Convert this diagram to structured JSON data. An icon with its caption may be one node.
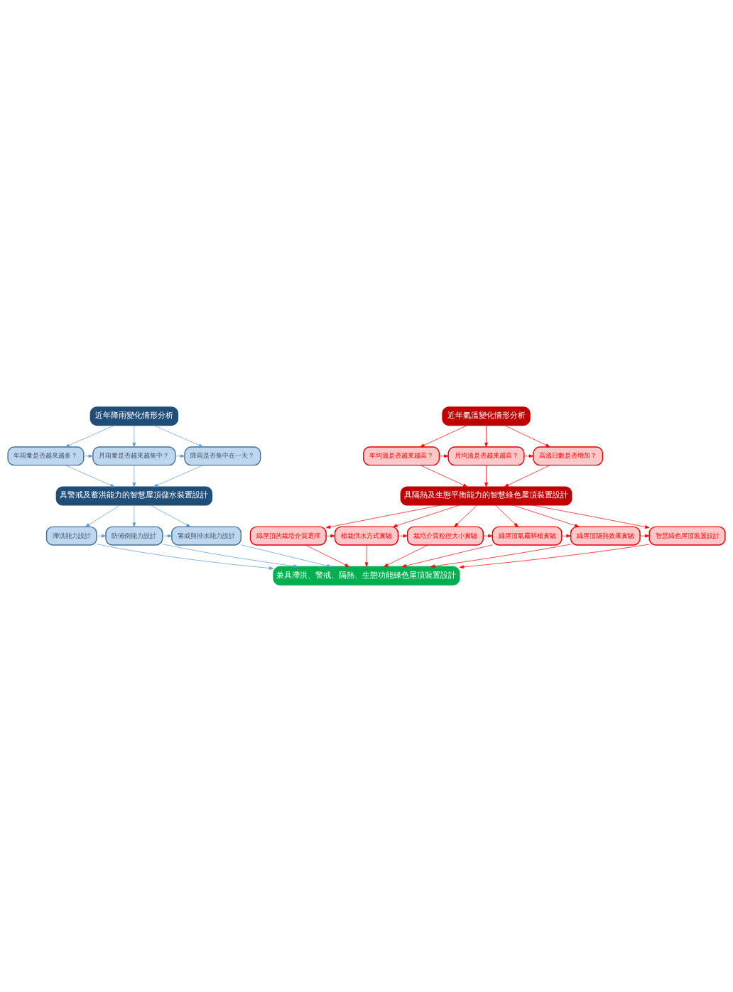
{
  "diagram": {
    "nodes": [
      {
        "text": [
          "近年降雨變化情形分析"
        ]
      },
      {
        "text": [
          "近年氣溫變化情形分析"
        ]
      },
      {
        "text": [
          "年雨量是否越來越多？"
        ]
      },
      {
        "text": [
          "月雨量是否越來越集中？"
        ]
      },
      {
        "text": [
          "降雨是否集中在一天？"
        ]
      },
      {
        "text": [
          "年均溫是否越來越高？"
        ]
      },
      {
        "text": [
          "月均溫是否越來越高？"
        ]
      },
      {
        "text": [
          "高溫日數是否增加？"
        ]
      },
      {
        "text": [
          "具警戒及蓄洪能力的智慧屋頂儲水裝置設計"
        ]
      },
      {
        "text": [
          "具隔熱及生態平衡能力的智慧綠色屋頂裝置設計"
        ]
      },
      {
        "text": [
          "滯洪能力設計"
        ]
      },
      {
        "text": [
          "防傾倒能力設計"
        ]
      },
      {
        "text": [
          "警戒與排水能力設計"
        ]
      },
      {
        "text": [
          "綠屋頂的栽培介質選擇"
        ]
      },
      {
        "text": [
          "植栽供水方式實驗"
        ]
      },
      {
        "text": [
          "栽培介質粒徑大小實驗"
        ]
      },
      {
        "text": [
          "綠屋頂氣霧耕植實驗"
        ]
      },
      {
        "text": [
          "綠屋頂隔熱效果實驗"
        ]
      },
      {
        "text": [
          "智慧綠色屋頂裝置設計"
        ]
      },
      {
        "text": [
          "兼具滯洪、警戒、隔熱、生態功能綠色屋頂裝置設計"
        ]
      }
    ],
    "edges": [
      {
        "from": 0,
        "to": 2,
        "arrow": "to",
        "color": "#5b9bd5"
      },
      {
        "from": 0,
        "to": 3,
        "arrow": "to",
        "color": "#5b9bd5"
      },
      {
        "from": 0,
        "to": 4,
        "arrow": "to",
        "color": "#5b9bd5"
      },
      {
        "from": 2,
        "to": 3,
        "arrow": "to",
        "color": "#5b9bd5"
      },
      {
        "from": 3,
        "to": 4,
        "arrow": "to",
        "color": "#5b9bd5"
      },
      {
        "from": 1,
        "to": 5,
        "arrow": "to"
      },
      {
        "from": 1,
        "to": 6,
        "arrow": "to"
      },
      {
        "from": 1,
        "to": 7,
        "arrow": "to"
      },
      {
        "from": 5,
        "to": 6,
        "arrow": "to"
      },
      {
        "from": 6,
        "to": 7,
        "arrow": "to"
      },
      {
        "from": 2,
        "to": 8,
        "arrow": "to",
        "color": "#5b9bd5"
      },
      {
        "from": 3,
        "to": 8,
        "arrow": "to",
        "color": "#5b9bd5"
      },
      {
        "from": 4,
        "to": 8,
        "arrow": "to",
        "color": "#5b9bd5"
      },
      {
        "from": 5,
        "to": 9,
        "arrow": "to"
      },
      {
        "from": 6,
        "to": 9,
        "arrow": "to"
      },
      {
        "from": 7,
        "to": 9,
        "arrow": "to"
      },
      {
        "from": 8,
        "to": 10,
        "arrow": "to",
        "color": "#5b9bd5"
      },
      {
        "from": 8,
        "to": 11,
        "arrow": "to",
        "color": "#5b9bd5"
      },
      {
        "from": 8,
        "to": 12,
        "arrow": "to",
        "color": "#5b9bd5"
      },
      {
        "from": 10,
        "to": 11,
        "arrow": "to",
        "color": "#5b9bd5"
      },
      {
        "from": 11,
        "to": 12,
        "arrow": "to",
        "color": "#5b9bd5"
      },
      {
        "from": 9,
        "to": 13,
        "arrow": "to"
      },
      {
        "from": 9,
        "to": 14,
        "arrow": "to"
      },
      {
        "from": 9,
        "to": 15,
        "arrow": "to"
      },
      {
        "from": 9,
        "to": 16,
        "arrow": "to"
      },
      {
        "from": 9,
        "to": 17,
        "arrow": "to"
      },
      {
        "from": 9,
        "to": 18,
        "arrow": "to"
      },
      {
        "from": 13,
        "to": 14,
        "arrow": "to"
      },
      {
        "from": 14,
        "to": 15,
        "arrow": "to"
      },
      {
        "from": 15,
        "to": 16,
        "arrow": "to"
      },
      {
        "from": 16,
        "to": 17,
        "arrow": "to"
      },
      {
        "from": 17,
        "to": 18,
        "arrow": "to"
      },
      {
        "from": 10,
        "to": 19,
        "arrow": "to",
        "color": "#5b9bd5"
      },
      {
        "from": 11,
        "to": 19,
        "arrow": "to",
        "color": "#5b9bd5"
      },
      {
        "from": 12,
        "to": 19,
        "arrow": "to",
        "color": "#5b9bd5"
      },
      {
        "from": 13,
        "to": 19,
        "arrow": "to"
      },
      {
        "from": 14,
        "to": 19,
        "arrow": "to"
      },
      {
        "from": 15,
        "to": 19,
        "arrow": "to"
      },
      {
        "from": 16,
        "to": 19,
        "arrow": "to"
      },
      {
        "from": 17,
        "to": 19,
        "arrow": "to"
      },
      {
        "from": 18,
        "to": 19,
        "arrow": "to"
      }
    ]
  }
}
